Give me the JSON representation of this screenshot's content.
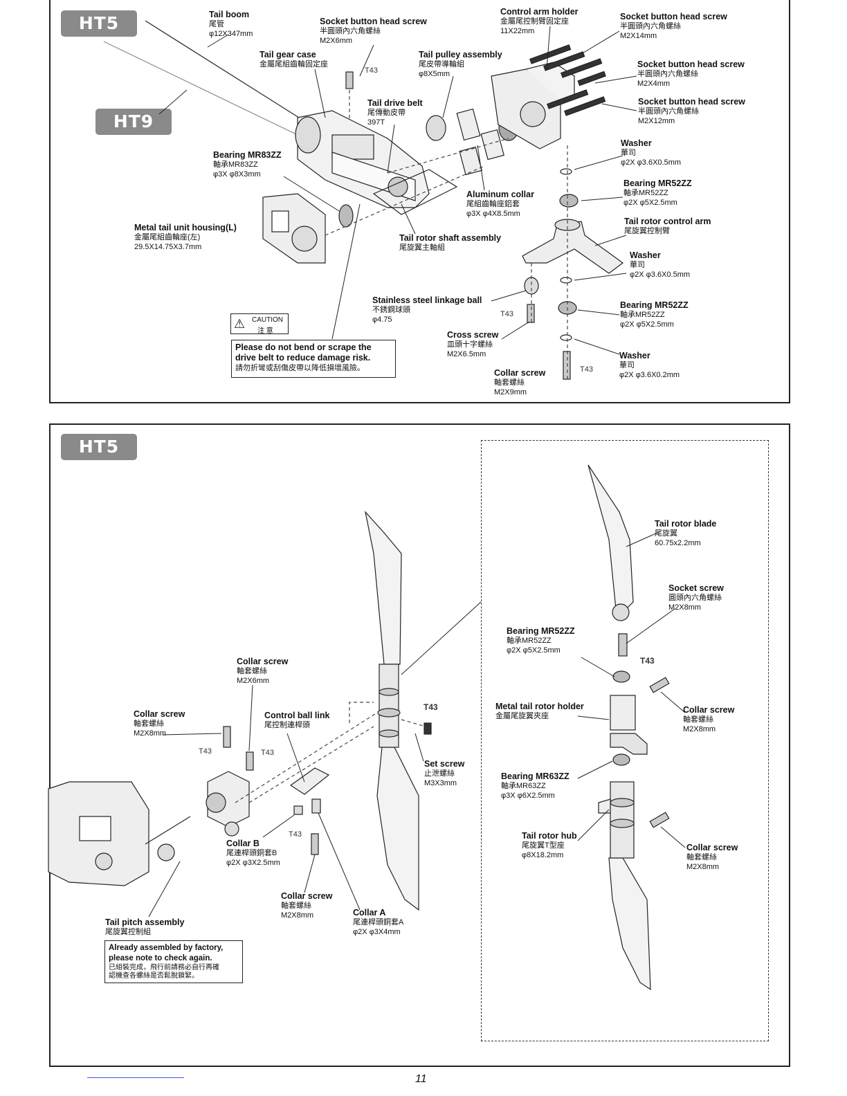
{
  "badges": {
    "ht5_top": "HT5",
    "ht9": "HT9",
    "ht5_bottom": "HT5"
  },
  "top": {
    "tail_boom": {
      "en": "Tail boom",
      "zh": "尾管",
      "spec": "φ12X347mm"
    },
    "socket_screw_m2x6": {
      "en": "Socket button head screw",
      "zh": "半圓頭內六角螺絲",
      "spec": "M2X6mm"
    },
    "control_arm_holder": {
      "en": "Control arm holder",
      "zh": "金屬尾控制臂固定座",
      "spec": "11X22mm"
    },
    "socket_screw_m2x14": {
      "en": "Socket button head screw",
      "zh": "半圓頭內六角螺絲",
      "spec": "M2X14mm"
    },
    "tail_gear_case": {
      "en": "Tail gear case",
      "zh": "金屬尾組齒輪固定座"
    },
    "tail_pulley": {
      "en": "Tail pulley assembly",
      "zh": "尾皮帶導輪組",
      "spec": "φ8X5mm"
    },
    "socket_screw_m2x4": {
      "en": "Socket button head screw",
      "zh": "半圓頭內六角螺絲",
      "spec": "M2X4mm"
    },
    "socket_screw_m2x12": {
      "en": "Socket button head screw",
      "zh": "半圓頭內六角螺絲",
      "spec": "M2X12mm"
    },
    "tail_drive_belt": {
      "en": "Tail drive belt",
      "zh": "尾傳動皮帶",
      "spec": "397T"
    },
    "washer1": {
      "en": "Washer",
      "zh": "華司",
      "spec": "φ2X φ3.6X0.5mm"
    },
    "bearing_mr83zz": {
      "en": "Bearing MR83ZZ",
      "zh": "軸承MR83ZZ",
      "spec": "φ3X φ8X3mm"
    },
    "bearing_mr52zz_1": {
      "en": "Bearing MR52ZZ",
      "zh": "軸承MR52ZZ",
      "spec": "φ2X φ5X2.5mm"
    },
    "aluminum_collar": {
      "en": "Aluminum collar",
      "zh": "尾組齒輪座鋁套",
      "spec": "φ3X φ4X8.5mm"
    },
    "metal_tail_housing": {
      "en": "Metal tail unit housing(L)",
      "zh": "金屬尾組齒輪座(左)",
      "spec": "29.5X14.75X3.7mm"
    },
    "tail_rotor_shaft": {
      "en": "Tail rotor shaft assembly",
      "zh": "尾旋翼主軸組"
    },
    "tail_rotor_control_arm": {
      "en": "Tail rotor control arm",
      "zh": "尾旋翼控制臂"
    },
    "washer2": {
      "en": "Washer",
      "zh": "華司",
      "spec": "φ2X φ3.6X0.5mm"
    },
    "linkage_ball": {
      "en": "Stainless steel linkage ball",
      "zh": "不銹鋼球頭",
      "spec": "φ4.75"
    },
    "bearing_mr52zz_2": {
      "en": "Bearing MR52ZZ",
      "zh": "軸承MR52ZZ",
      "spec": "φ2X φ5X2.5mm"
    },
    "cross_screw": {
      "en": "Cross screw",
      "zh": "皿頭十字螺絲",
      "spec": "M2X6.5mm"
    },
    "washer3": {
      "en": "Washer",
      "zh": "華司",
      "spec": "φ2X φ3.6X0.2mm"
    },
    "collar_screw_m2x9": {
      "en": "Collar screw",
      "zh": "軸套螺絲",
      "spec": "M2X9mm"
    },
    "t43": "T43",
    "caution": {
      "en": "CAUTION",
      "zh": "注 意"
    },
    "note": {
      "l1": "Please do not bend or scrape the",
      "l2": "drive belt to reduce damage risk.",
      "zh": "請勿折彎或刮傷皮帶以降低損壞風險。"
    }
  },
  "bottom": {
    "collar_screw_m2x6": {
      "en": "Collar screw",
      "zh": "軸套螺絲",
      "spec": "M2X6mm"
    },
    "collar_screw_m2x8_a": {
      "en": "Collar screw",
      "zh": "軸套螺絲",
      "spec": "M2X8mm"
    },
    "control_ball_link": {
      "en": "Control ball link",
      "zh": "尾控制連桿頭"
    },
    "set_screw": {
      "en": "Set screw",
      "zh": "止泄螺絲",
      "spec": "M3X3mm"
    },
    "collar_b": {
      "en": "Collar B",
      "zh": "尾連桿頭銅套B",
      "spec": "φ2X φ3X2.5mm"
    },
    "collar_screw_m2x8_b": {
      "en": "Collar screw",
      "zh": "軸套螺絲",
      "spec": "M2X8mm"
    },
    "collar_a": {
      "en": "Collar A",
      "zh": "尾連桿頭銅套A",
      "spec": "φ2X φ3X4mm"
    },
    "tail_pitch": {
      "en": "Tail pitch assembly",
      "zh": "尾旋翼控制組"
    },
    "factory_note": {
      "l1": "Already assembled by factory,",
      "l2": "please note to check again.",
      "zh1": "已組裝完成，飛行前請務必自行再確",
      "zh2": "認機查各螺絲是否鬆脫鎖緊。"
    },
    "tail_rotor_blade": {
      "en": "Tail rotor blade",
      "zh": "尾旋翼",
      "spec": "60.75x2.2mm"
    },
    "socket_screw_m2x8": {
      "en": "Socket screw",
      "zh": "圓頭內六角螺絲",
      "spec": "M2X8mm"
    },
    "bearing_mr52zz": {
      "en": "Bearing MR52ZZ",
      "zh": "軸承MR52ZZ",
      "spec": "φ2X φ5X2.5mm"
    },
    "metal_rotor_holder": {
      "en": "Metal tail rotor holder",
      "zh": "金屬尾旋翼夾座"
    },
    "collar_screw_m2x8_c": {
      "en": "Collar screw",
      "zh": "軸套螺絲",
      "spec": "M2X8mm"
    },
    "bearing_mr63zz": {
      "en": "Bearing MR63ZZ",
      "zh": "軸承MR63ZZ",
      "spec": "φ3X φ6X2.5mm"
    },
    "tail_rotor_hub": {
      "en": "Tail rotor hub",
      "zh": "尾旋翼T型座",
      "spec": "φ8X18.2mm"
    },
    "collar_screw_m2x8_d": {
      "en": "Collar screw",
      "zh": "軸套螺絲",
      "spec": "M2X8mm"
    },
    "t43": "T43"
  },
  "page_number": "11"
}
